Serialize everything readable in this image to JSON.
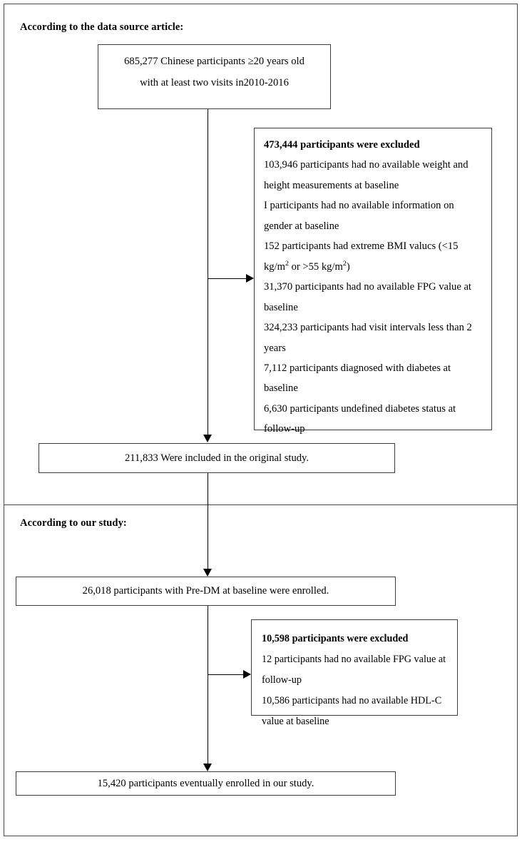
{
  "figure": {
    "title": "Study participant selection flow diagram"
  },
  "sections": {
    "source": {
      "heading": "According to the data source article:"
    },
    "ours": {
      "heading": "According to our study:"
    }
  },
  "nodes": {
    "source_cohort": {
      "line1": "685,277 Chinese participants  ≥20 years old",
      "line2": "with at least two visits in2010-2016"
    },
    "included_original": {
      "text": "211,833 Were included in the original study."
    },
    "predm_enrolled": {
      "text": "26,018 participants with Pre-DM at baseline were enrolled."
    },
    "final_enrolled": {
      "text": "15,420 participants eventually enrolled in our study."
    }
  },
  "exclusions": {
    "first": {
      "title": "473,444 participants were excluded",
      "items": [
        "103,946 participants had no available weight and height measurements at baseline",
        "I participants had no available information on gender at baseline",
        "152 participants had extreme BMI valucs (<15 kg/m² or >55 kg/m²)",
        "31,370 participants had no available FPG value at baseline",
        "324,233 participants had visit intervals less than 2 years",
        "7,112 participants diagnosed with diabetes at baseline",
        "6,630 participants undefined diabetes status at follow-up"
      ]
    },
    "second": {
      "title": "10,598 participants were excluded",
      "items": [
        "12 participants had no available FPG value at follow-up",
        "10,586 participants had no available HDL-C value at baseline"
      ]
    }
  },
  "colors": {
    "frame": "#4a4a4a",
    "box_border": "#3d3d3d",
    "connector": "#000000",
    "text": "#000000",
    "background": "#ffffff"
  }
}
